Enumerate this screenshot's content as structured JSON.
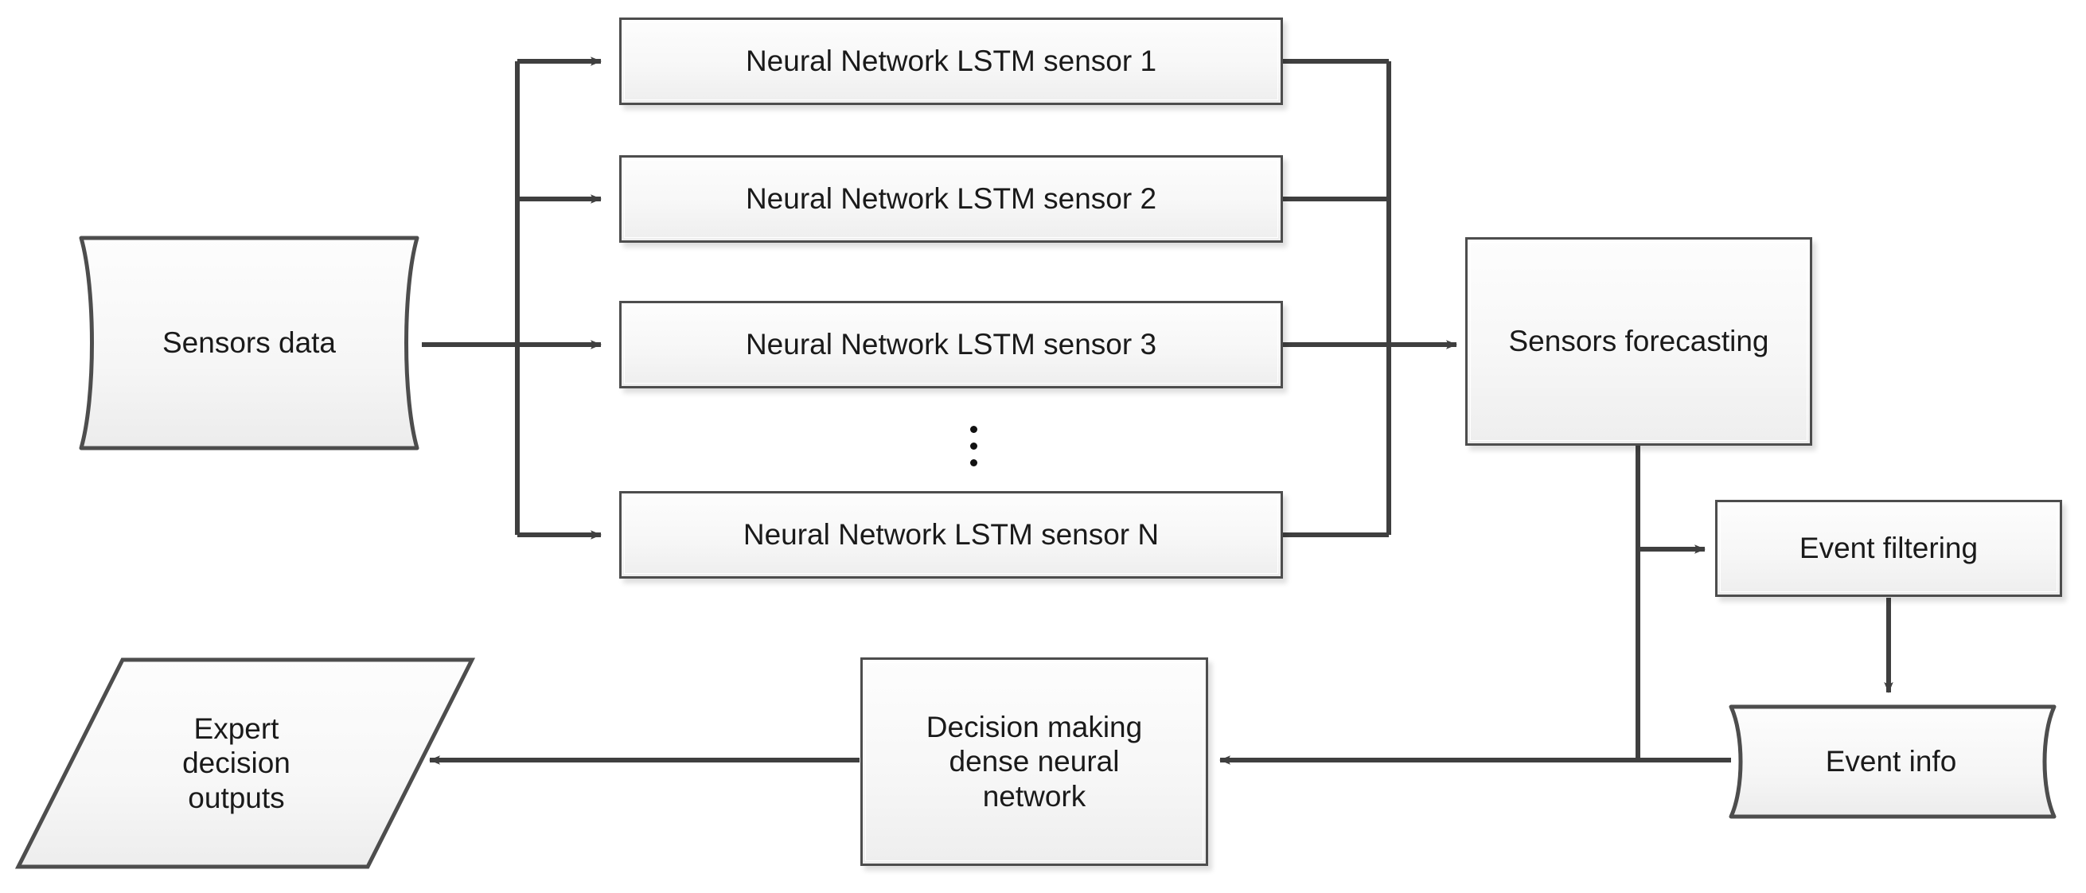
{
  "diagram": {
    "title": "Sensor forecasting and decision making pipeline",
    "colors": {
      "stroke": "#4d4d4d",
      "edge": "#3f3f3f",
      "fill_light": "#fdfdfd",
      "fill_dark": "#eeeeee",
      "text": "#1a1a1a",
      "background": "#ffffff"
    },
    "nodes": {
      "sensors_data": {
        "label": "Sensors data",
        "shape": "tape"
      },
      "lstm_1": {
        "label": "Neural Network LSTM sensor 1",
        "shape": "process"
      },
      "lstm_2": {
        "label": "Neural Network LSTM sensor 2",
        "shape": "process"
      },
      "lstm_3": {
        "label": "Neural Network LSTM sensor 3",
        "shape": "process"
      },
      "lstm_n": {
        "label": "Neural Network LSTM sensor N",
        "shape": "process"
      },
      "ellipsis": {
        "label": "vertical-ellipsis",
        "dots": 3
      },
      "sensors_forecasting": {
        "label": "Sensors forecasting",
        "shape": "process"
      },
      "event_filtering": {
        "label": "Event filtering",
        "shape": "process"
      },
      "event_info": {
        "label": "Event info",
        "shape": "tape"
      },
      "decision_making": {
        "label": "Decision making\ndense neural\nnetwork",
        "shape": "process"
      },
      "expert_decision_outputs": {
        "label": "Expert\ndecision\noutputs",
        "shape": "parallelogram"
      }
    },
    "edges": [
      {
        "from": "sensors_data",
        "to": "lstm_1",
        "arrow": true
      },
      {
        "from": "sensors_data",
        "to": "lstm_2",
        "arrow": true
      },
      {
        "from": "sensors_data",
        "to": "lstm_3",
        "arrow": true
      },
      {
        "from": "sensors_data",
        "to": "lstm_n",
        "arrow": true
      },
      {
        "from": "lstm_1",
        "to": "sensors_forecasting",
        "arrow": true
      },
      {
        "from": "lstm_2",
        "to": "sensors_forecasting",
        "arrow": true
      },
      {
        "from": "lstm_3",
        "to": "sensors_forecasting",
        "arrow": true
      },
      {
        "from": "lstm_n",
        "to": "sensors_forecasting",
        "arrow": true
      },
      {
        "from": "sensors_forecasting",
        "to": "event_filtering",
        "arrow": true
      },
      {
        "from": "sensors_forecasting",
        "to": "decision_making",
        "arrow": true
      },
      {
        "from": "event_filtering",
        "to": "event_info",
        "arrow": true
      },
      {
        "from": "event_info",
        "to": "decision_making",
        "arrow": false
      },
      {
        "from": "decision_making",
        "to": "expert_decision_outputs",
        "arrow": true
      }
    ]
  }
}
